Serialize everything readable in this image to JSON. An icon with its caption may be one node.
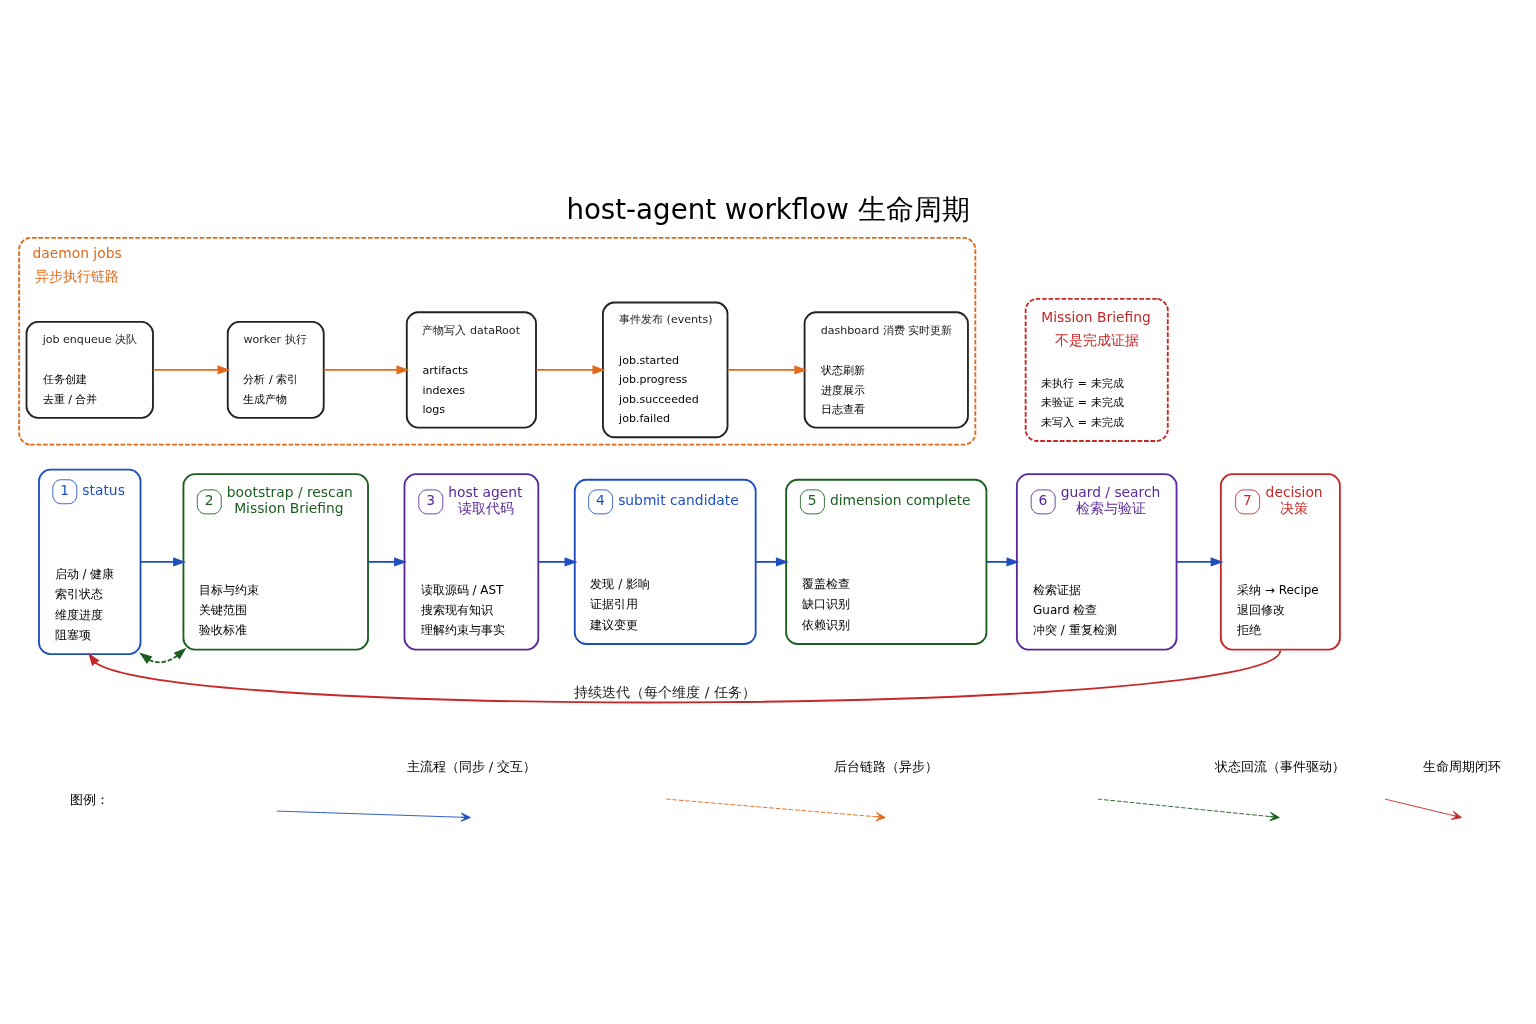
{
  "diagram": {
    "title": "host-agent workflow 生命周期",
    "nodes": [
      {
        "text": [
          "1",
          "status",
          "启动 / 健康",
          "索引状态",
          "维度进度",
          "阻塞项"
        ]
      },
      {
        "text": [
          "2",
          "bootstrap / rescan",
          "Mission Briefing",
          "目标与约束",
          "关键范围",
          "验收标准"
        ]
      },
      {
        "text": [
          "3",
          "host agent",
          "读取代码",
          "读取源码 / AST",
          "搜索现有知识",
          "理解约束与事实"
        ]
      },
      {
        "text": [
          "4",
          "submit candidate",
          "发现 / 影响",
          "证据引用",
          "建议变更"
        ]
      },
      {
        "text": [
          "5",
          "dimension complete",
          "覆盖检查",
          "缺口识别",
          "依赖识别"
        ]
      },
      {
        "text": [
          "6",
          "guard / search",
          "检索与验证",
          "检索证据",
          "Guard 检查",
          "冲突 / 重复检测"
        ]
      },
      {
        "text": [
          "7",
          "decision",
          "决策",
          "采纳 → Recipe",
          "退回修改",
          "拒绝"
        ]
      },
      {
        "text": [
          "daemon jobs",
          "异步执行链路"
        ]
      },
      {
        "text": [
          "job enqueue 决队",
          "任务创建",
          "去重 / 合并"
        ],
        "in": 7
      },
      {
        "text": [
          "worker 执行",
          "分析 / 索引",
          "生成产物"
        ],
        "in": 7
      },
      {
        "text": [
          "产物写入 dataRoot",
          "artifacts",
          "indexes",
          "logs"
        ],
        "in": 7
      },
      {
        "text": [
          "事件发布 (events)",
          "job.started",
          "job.progress",
          "job.succeeded",
          "job.failed"
        ],
        "in": 7
      },
      {
        "text": [
          "dashboard 消费 实时更新",
          "状态刷新",
          "进度展示",
          "日志查看"
        ],
        "in": 7
      },
      {
        "text": [
          "Mission Briefing",
          "不是完成证据",
          "未执行 = 未完成",
          "未验证 = 未完成",
          "未写入 = 未完成"
        ]
      }
    ],
    "edges": [
      {
        "from": 0,
        "to": 1,
        "arrow": "to"
      },
      {
        "from": 1,
        "to": 2,
        "arrow": "to"
      },
      {
        "from": 2,
        "to": 3,
        "arrow": "to"
      },
      {
        "from": 3,
        "to": 4,
        "arrow": "to"
      },
      {
        "from": 4,
        "to": 5,
        "arrow": "to"
      },
      {
        "from": 5,
        "to": 6,
        "arrow": "to"
      },
      {
        "from": 6,
        "to": 0,
        "arrow": "to",
        "label": "持续迭代（每个维度 / 任务）",
        "color": "#c62828"
      },
      {
        "from": 0,
        "to": 1,
        "arrow": "both",
        "style": "dashed",
        "color": "#1b5e20"
      },
      {
        "from": 8,
        "to": 9,
        "arrow": "to",
        "color": "#e06a1a"
      },
      {
        "from": 9,
        "to": 10,
        "arrow": "to",
        "color": "#e06a1a"
      },
      {
        "from": 10,
        "to": 11,
        "arrow": "to",
        "color": "#e06a1a"
      },
      {
        "from": 11,
        "to": 12,
        "arrow": "to",
        "color": "#e06a1a"
      }
    ],
    "labels": [
      "图例："
    ],
    "legend": [
      {
        "text": "主流程（同步 / 交互）"
      },
      {
        "text": "后台链路（异步）"
      },
      {
        "text": "状态回流（事件驱动）"
      },
      {
        "text": "生命周期闭环"
      }
    ]
  }
}
